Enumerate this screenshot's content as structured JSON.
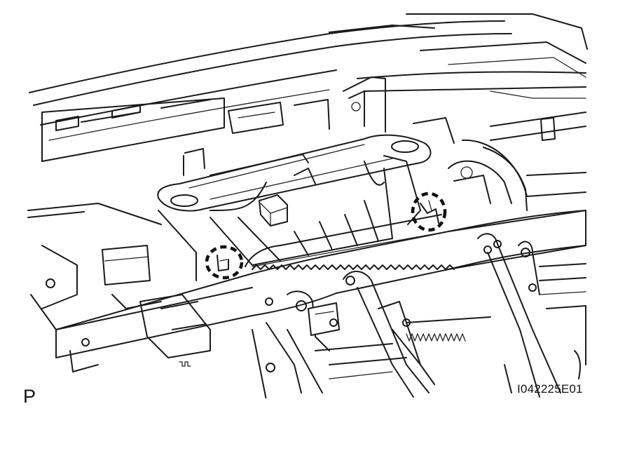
{
  "figure": {
    "view_letter": "P",
    "code": "I042225E01"
  },
  "callouts": [
    {
      "name": "clip-left"
    },
    {
      "name": "clip-right"
    }
  ]
}
